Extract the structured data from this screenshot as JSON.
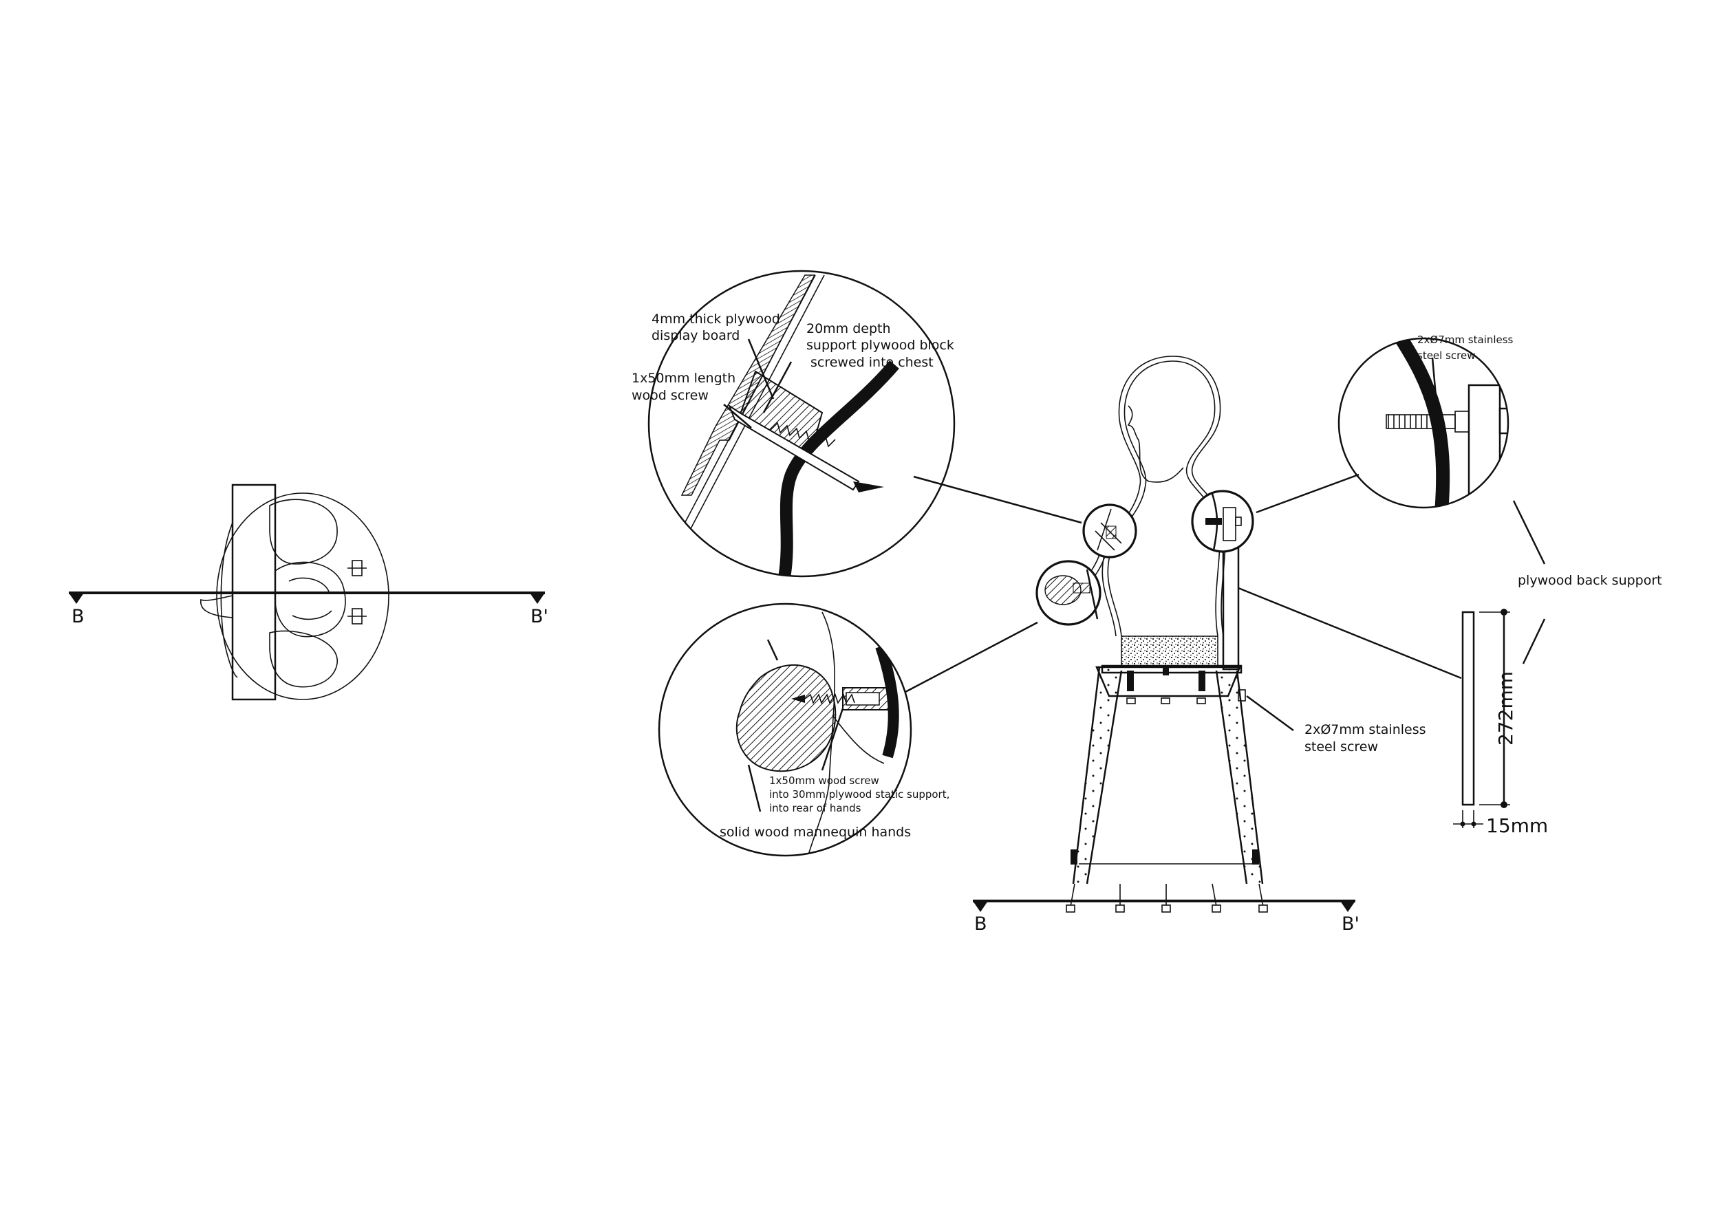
{
  "section_labels": {
    "left_start": "B",
    "left_end": "B'",
    "main_start": "B",
    "main_end": "B'"
  },
  "callouts": {
    "display_board": [
      "4mm thick plywood",
      "display board"
    ],
    "support_block": [
      "20mm depth",
      "support plywood block",
      "screwed into chest"
    ],
    "chest_screw": [
      "1x50mm length",
      "wood screw"
    ],
    "shoulder_screw": [
      "2xØ7mm stainless",
      "steel screw"
    ],
    "back_support": "plywood back support",
    "seat_screw": [
      "2xØ7mm stainless",
      "steel screw"
    ],
    "hand_screw": [
      "1x50mm wood screw",
      "into 30mm plywood static support,",
      "into rear of hands"
    ],
    "hands": "solid wood mannequin hands"
  },
  "dimensions": {
    "height": "272mm",
    "thickness": "15mm"
  },
  "colors": {
    "line": "#111111",
    "background": "#ffffff"
  }
}
